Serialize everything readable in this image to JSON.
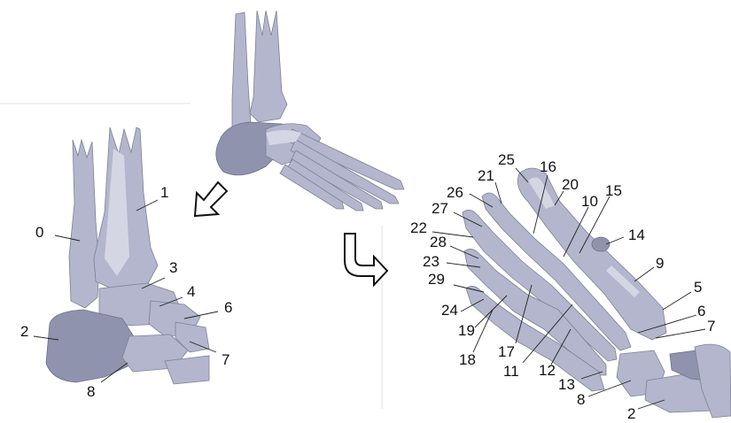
{
  "labels": {
    "left_view": [
      "0",
      "1",
      "2",
      "3",
      "4",
      "6",
      "7",
      "8"
    ],
    "right_view": [
      "25",
      "16",
      "20",
      "21",
      "26",
      "15",
      "10",
      "27",
      "14",
      "22",
      "28",
      "9",
      "23",
      "29",
      "5",
      "24",
      "6",
      "19",
      "7",
      "18",
      "17",
      "11",
      "12",
      "13",
      "8",
      "2"
    ]
  },
  "colors": {
    "bone": "#b3b6cc",
    "bone_shadow": "#8f93ad",
    "line": "#222222",
    "background": "#ffffff"
  },
  "icons": {
    "center_to_left": "down-left-arrow-icon",
    "center_to_right": "hook-right-arrow-icon"
  }
}
